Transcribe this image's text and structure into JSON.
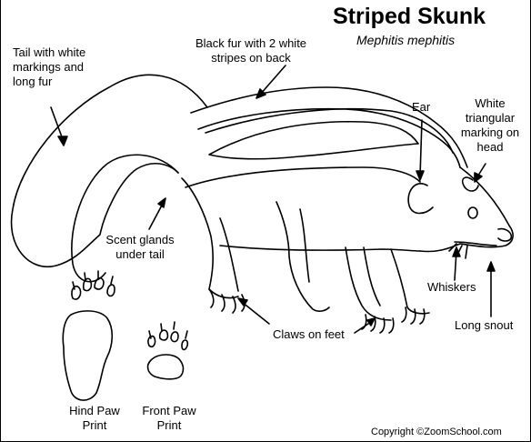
{
  "title": "Striped Skunk",
  "scientific_name": "Mephitis mephitis",
  "labels": {
    "tail": "Tail with white\nmarkings and\nlong fur",
    "black_fur": "Black fur with 2 white\nstripes on back",
    "ear": "Ear",
    "white_marking": "White\ntriangular\nmarking on\nhead",
    "scent_glands": "Scent glands\nunder tail",
    "whiskers": "Whiskers",
    "claws": "Claws on feet",
    "long_snout": "Long snout",
    "hind_paw": "Hind Paw\nPrint",
    "front_paw": "Front Paw\nPrint"
  },
  "copyright": "Copyright ©ZoomSchool.com",
  "colors": {
    "ink": "#000000",
    "background": "#ffffff"
  }
}
